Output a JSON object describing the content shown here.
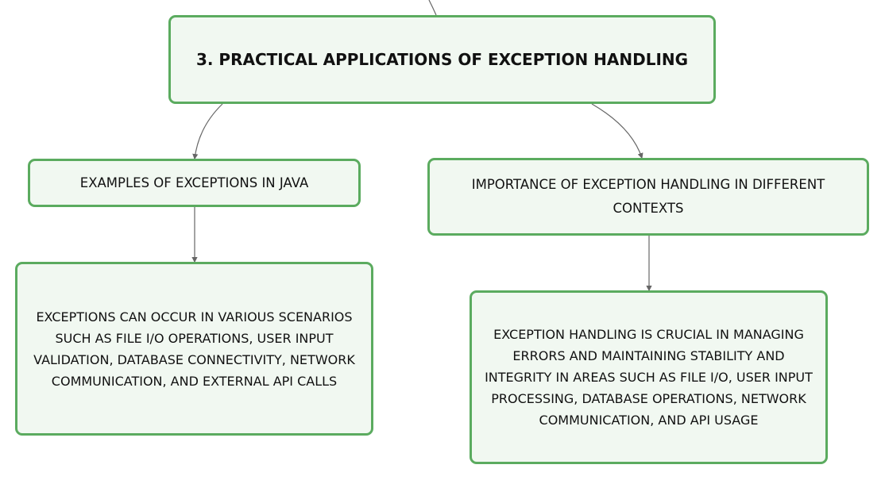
{
  "root": {
    "label": "3. PRACTICAL APPLICATIONS OF EXCEPTION HANDLING"
  },
  "left_branch": {
    "label": "EXAMPLES OF EXCEPTIONS IN JAVA",
    "detail": "EXCEPTIONS CAN OCCUR IN VARIOUS SCENARIOS SUCH AS FILE I/O OPERATIONS, USER INPUT VALIDATION, DATABASE CONNECTIVITY, NETWORK COMMUNICATION, AND EXTERNAL API CALLS"
  },
  "right_branch": {
    "label": "IMPORTANCE OF EXCEPTION HANDLING IN DIFFERENT CONTEXTS",
    "detail": "EXCEPTION HANDLING IS CRUCIAL IN MANAGING ERRORS AND MAINTAINING STABILITY AND INTEGRITY IN AREAS SUCH AS FILE I/O, USER INPUT PROCESSING, DATABASE OPERATIONS, NETWORK COMMUNICATION, AND API USAGE"
  },
  "colors": {
    "border": "#5bab5f",
    "fill": "#f1f8f1",
    "connector": "#666666"
  }
}
